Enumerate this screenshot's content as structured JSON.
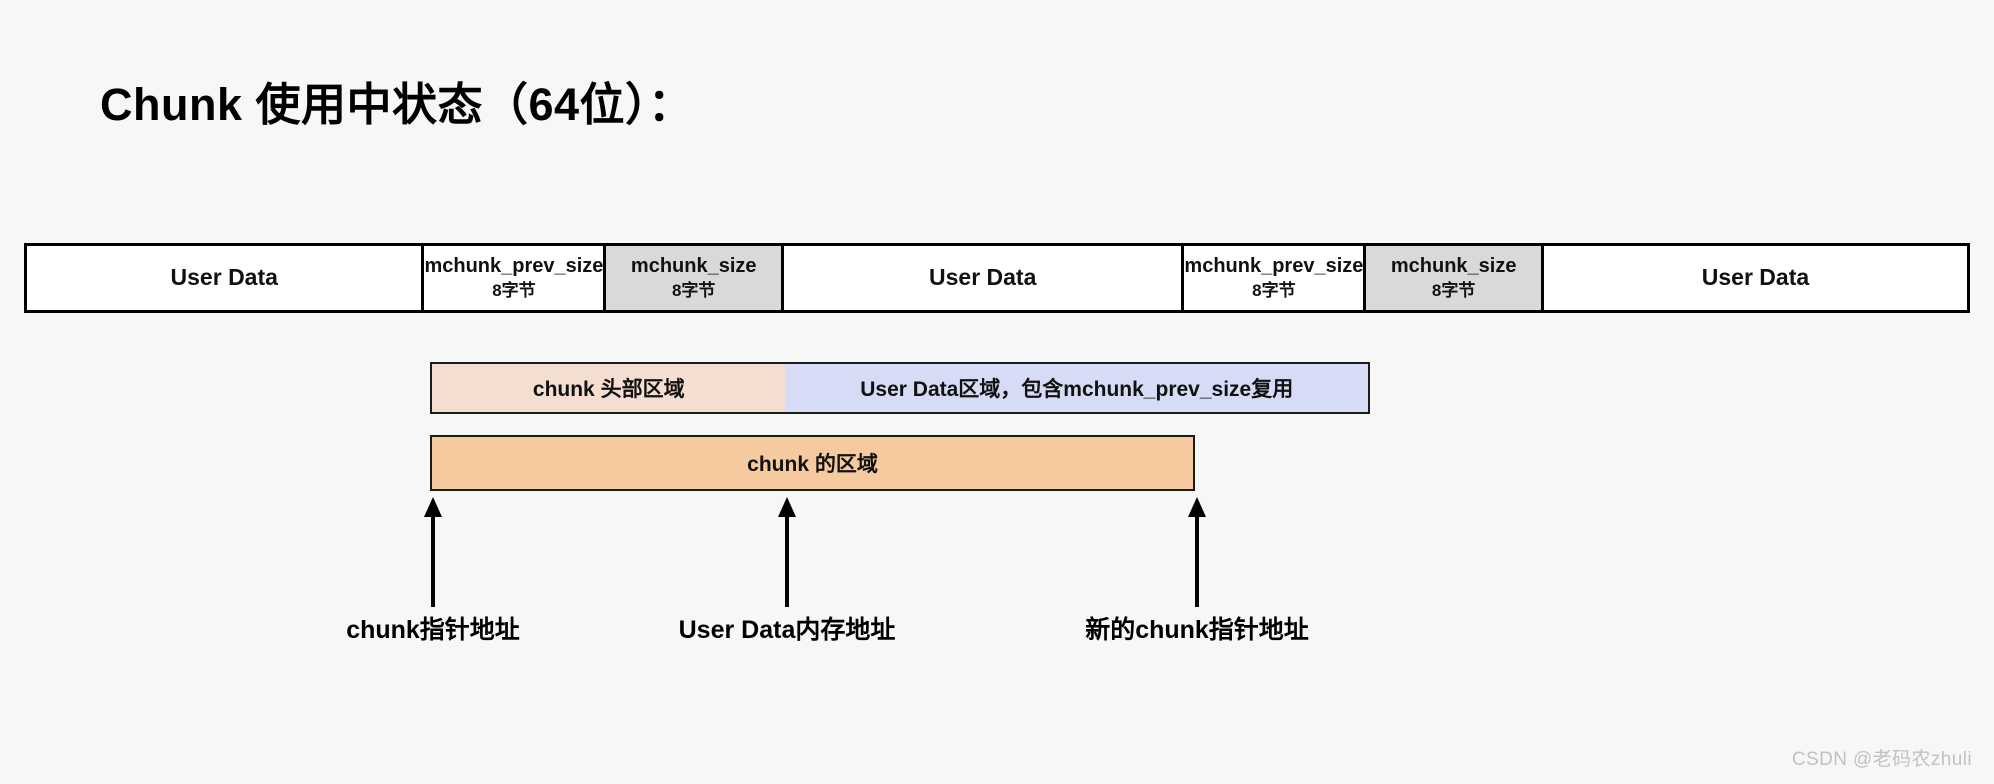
{
  "page": {
    "title": "Chunk 使用中状态（64位）：",
    "background_color": "#f7f7f7"
  },
  "memory_bar": {
    "border_color": "#000000",
    "shaded_color": "#d9d9d9",
    "cells": [
      {
        "title": "User Data",
        "sub": "",
        "shaded": false,
        "flex": 400
      },
      {
        "title": "mchunk_prev_size",
        "sub": "8字节",
        "shaded": false,
        "flex": 180
      },
      {
        "title": "mchunk_size",
        "sub": "8字节",
        "shaded": true,
        "flex": 177
      },
      {
        "title": "User Data",
        "sub": "",
        "shaded": false,
        "flex": 403
      },
      {
        "title": "mchunk_prev_size",
        "sub": "8字节",
        "shaded": false,
        "flex": 180
      },
      {
        "title": "mchunk_size",
        "sub": "8字节",
        "shaded": true,
        "flex": 177
      },
      {
        "title": "User Data",
        "sub": "",
        "shaded": false,
        "flex": 429
      }
    ]
  },
  "regions": {
    "row1": [
      {
        "label": "chunk 头部区域",
        "color": "#f4ddd1",
        "flex": 355
      },
      {
        "label": "User Data区域，包含mchunk_prev_size复用",
        "color": "#d7dcf6",
        "flex": 585
      }
    ],
    "row2": [
      {
        "label": "chunk 的区域",
        "color": "#f6ca9f",
        "flex": 1
      }
    ]
  },
  "arrows": [
    {
      "caption": "chunk指针地址"
    },
    {
      "caption": "User Data内存地址"
    },
    {
      "caption": "新的chunk指针地址"
    }
  ],
  "watermark": "CSDN @老码农zhuli"
}
